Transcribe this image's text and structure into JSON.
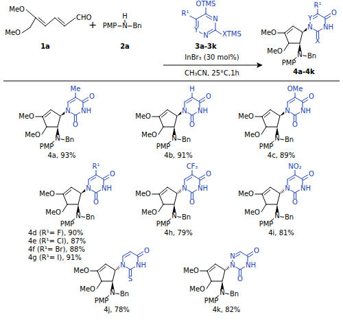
{
  "diagram": {
    "labels": [
      "MeO",
      "MeO",
      "CHO",
      "1a",
      "+",
      "PMP",
      "N",
      "H",
      "Bn",
      "2a",
      "OTMS",
      "R¹",
      "Y",
      "N",
      "N",
      "XTMS",
      "3a-3k",
      "InBr₃ (30 mol%)",
      "CH₃CN, 25°C,1h",
      "R¹",
      "Y",
      "O",
      "NH",
      "N",
      "X",
      "MeO",
      "MeO",
      "N",
      "PMP",
      "Bn",
      "4a-4k",
      "Me",
      "O",
      "NH",
      "N",
      "O",
      "MeO",
      "MeO",
      "N",
      "PMP",
      "Bn",
      "4a, 93%",
      "H",
      "O",
      "NH",
      "N",
      "O",
      "MeO",
      "MeO",
      "N",
      "PMP",
      "Bn",
      "4b, 91%",
      "OMe",
      "O",
      "NH",
      "N",
      "O",
      "MeO",
      "MeO",
      "N",
      "PMP",
      "Bn",
      "4c, 89%",
      "R¹",
      "O",
      "NH",
      "N",
      "O",
      "MeO",
      "MeO",
      "N",
      "PMP",
      "Bn",
      "4d (R¹= F), 90%",
      "4e (R¹= Cl), 87%",
      "4f (R¹= Br), 88%",
      "4g (R¹= I), 91%",
      "CF₃",
      "O",
      "NH",
      "N",
      "O",
      "MeO",
      "MeO",
      "N",
      "PMP",
      "Bn",
      "4h, 79%",
      "NO₂",
      "O",
      "NH",
      "N",
      "O",
      "MeO",
      "MeO",
      "N",
      "PMP",
      "Bn",
      "4i, 81%",
      "O",
      "NH",
      "N",
      "S",
      "MeO",
      "MeO",
      "N",
      "PMP",
      "Bn",
      "4j, 78%",
      "N",
      "O",
      "NH",
      "N",
      "O",
      "MeO",
      "MeO",
      "N",
      "PMP",
      "Bn",
      "4k, 82%"
    ]
  }
}
